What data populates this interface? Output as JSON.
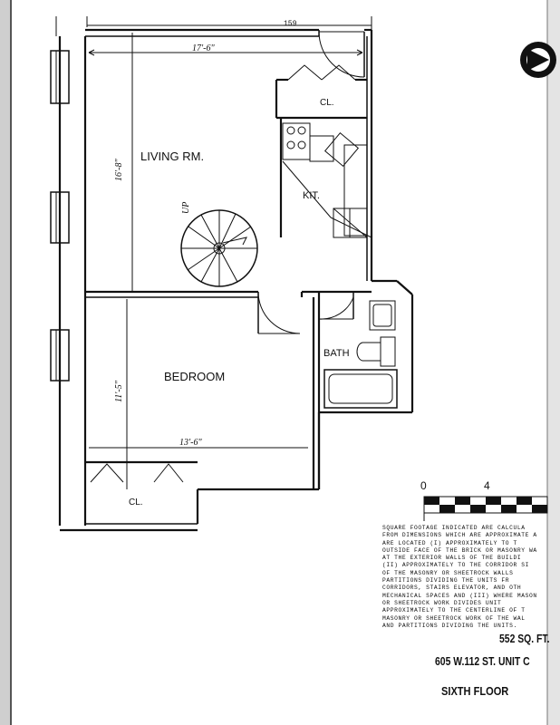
{
  "plan": {
    "page_number": "159",
    "rooms": {
      "living": "LIVING RM.",
      "kitchen": "KIT.",
      "bedroom": "BEDROOM",
      "bath": "BATH",
      "closet_kitchen": "CL.",
      "closet_bedroom": "CL."
    },
    "dimensions": {
      "living_width": "17'-6\"",
      "living_length": "16'-8\"",
      "bedroom_width": "13'-6\"",
      "bedroom_length": "11'-5\""
    },
    "stair_label": "UP",
    "scale": {
      "start": "0",
      "mark": "4"
    }
  },
  "notes": {
    "lines": [
      "SQUARE FOOTAGE INDICATED ARE CALCULA",
      "FROM DIMENSIONS WHICH ARE APPROXIMATE A",
      "ARE LOCATED (I) APPROXIMATELY TO T",
      "OUTSIDE FACE OF THE BRICK OR MASONRY WA",
      "AT THE EXTERIOR WALLS OF THE BUILDI",
      "(II) APPROXIMATELY TO THE CORRIDOR SI",
      "OF THE MASONRY OR SHEETROCK WALLS",
      "PARTITIONS DIVIDING THE UNITS FR",
      "CORRIDORS, STAIRS ELEVATOR, AND OTH",
      "MECHANICAL SPACES AND (III) WHERE MASON",
      "OR SHEETROCK WORK DIVIDES UNIT",
      "APPROXIMATELY TO THE CENTERLINE OF T",
      "MASONRY OR SHEETROCK WORK OF THE WAL",
      "AND PARTITIONS DIVIDING THE UNITS."
    ]
  },
  "unit": {
    "area": "552 SQ. FT.",
    "address": "605 W.112 ST. UNIT C",
    "floor": "SIXTH FLOOR"
  }
}
